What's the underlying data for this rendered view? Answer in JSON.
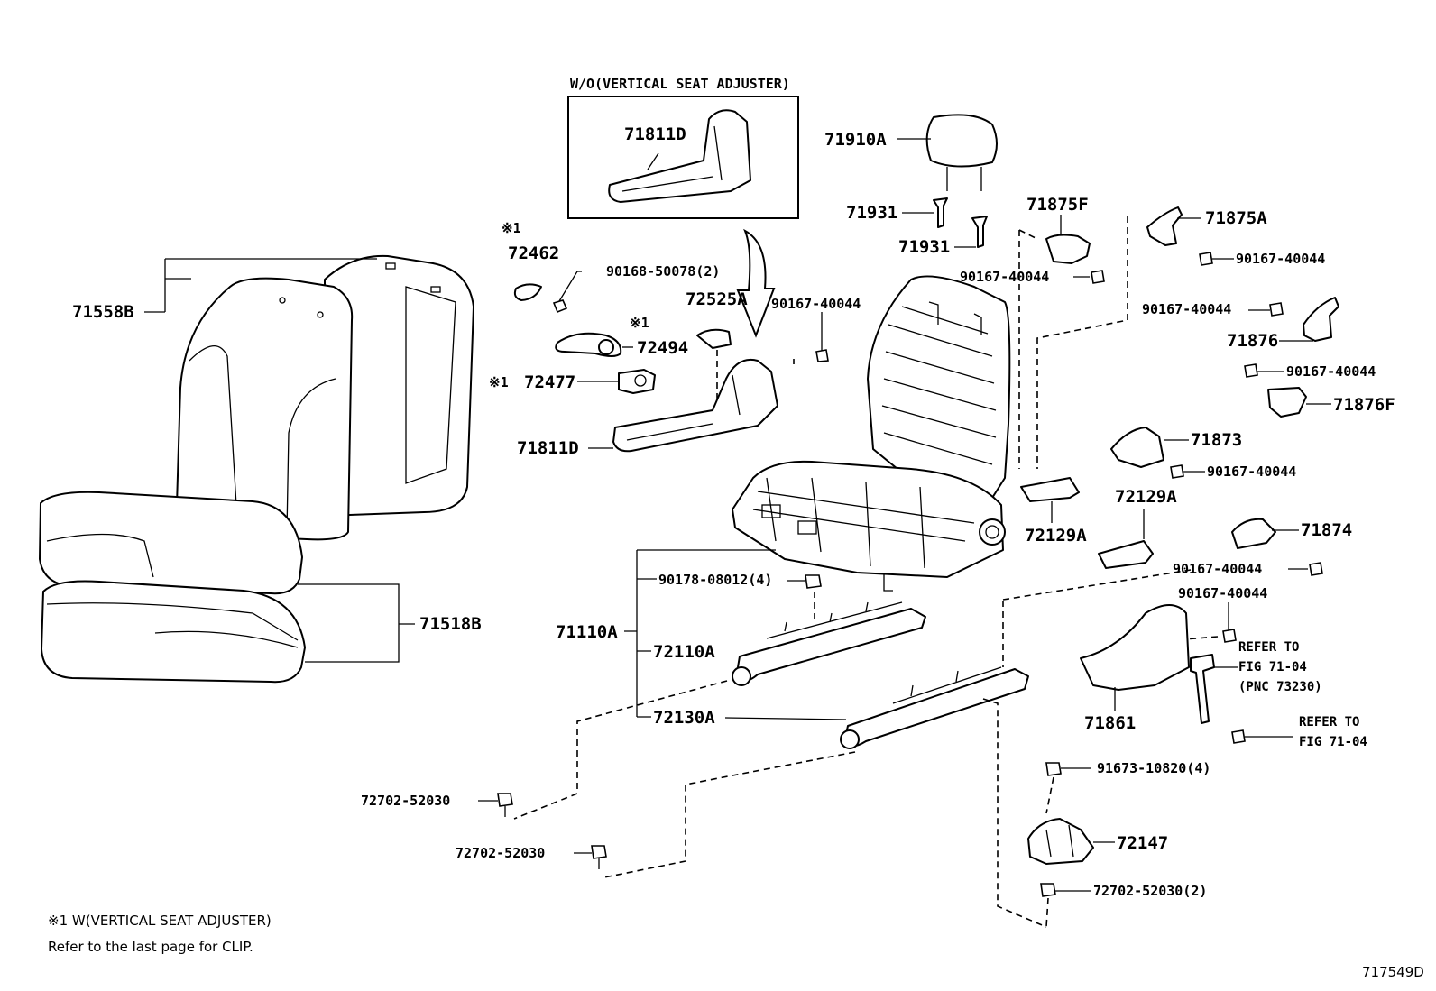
{
  "inset": {
    "title": "W/O(VERTICAL SEAT ADJUSTER)",
    "part": "71811D"
  },
  "parts": {
    "p71558B": "71558B",
    "p71518B": "71518B",
    "p72462": "72462",
    "p90168": "90168-50078(2)",
    "p72525A": "72525A",
    "p72494": "72494",
    "p72477": "72477",
    "p71811D": "71811D",
    "p90167_mid": "90167-40044",
    "p71910A": "71910A",
    "p71931a": "71931",
    "p71931b": "71931",
    "p71875F": "71875F",
    "p90167_71875F": "90167-40044",
    "p71875A": "71875A",
    "p90167_71875A": "90167-40044",
    "p90167_71876": "90167-40044",
    "p71876": "71876",
    "p90167_71876F": "90167-40044",
    "p71876F": "71876F",
    "p71873": "71873",
    "p90167_71873": "90167-40044",
    "p72129A_a": "72129A",
    "p72129A_b": "72129A",
    "p71874": "71874",
    "p90167_71874": "90167-40044",
    "p90167_71861": "90167-40044",
    "p71861": "71861",
    "p90178": "90178-08012(4)",
    "p71110A": "71110A",
    "p72110A": "72110A",
    "p72130A": "72130A",
    "p72702_a": "72702-52030",
    "p72702_b": "72702-52030",
    "p91673": "91673-10820(4)",
    "p72147": "72147",
    "p72702_c": "72702-52030(2)"
  },
  "marks": {
    "m1": "※1",
    "m2": "※1",
    "m3": "※1"
  },
  "refers": {
    "r1_line1": "REFER TO",
    "r1_line2": "FIG 71-04",
    "r1_line3": "(PNC 73230)",
    "r2_line1": "REFER TO",
    "r2_line2": "FIG 71-04"
  },
  "footnote": {
    "line1": "※1 W(VERTICAL SEAT ADJUSTER)",
    "line2": "Refer to the last page for CLIP."
  },
  "figure_id": "717549D"
}
